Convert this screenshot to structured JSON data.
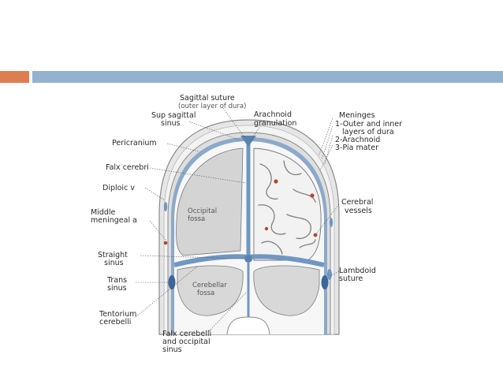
{
  "colors": {
    "accent_orange": "#de7d52",
    "accent_blue": "#94b1cf",
    "dura_blue": "#6f97c2",
    "skull_gray": "#e6e6e6",
    "vessel_red": "#b4462f"
  },
  "labels": {
    "sagittal_suture_1": "Sagittal suture",
    "sagittal_suture_2": "(outer layer of dura)",
    "sup_sagittal_sinus_1": "Sup sagittal",
    "sup_sagittal_sinus_2": "sinus",
    "arachnoid_granulation_1": "Arachnoid",
    "arachnoid_granulation_2": "granulation",
    "meninges_title": "Meninges",
    "meninges_1a": "1-Outer and inner",
    "meninges_1b": "layers of dura",
    "meninges_2": "2-Arachnoid",
    "meninges_3": "3-Pia mater",
    "pericranium": "Pericranium",
    "falx_cerebri": "Falx cerebri",
    "diploic_v": "Diploic v",
    "middle_meningeal_1": "Middle",
    "middle_meningeal_2": "meningeal a",
    "occipital_fossa_1": "Occipital",
    "occipital_fossa_2": "fossa",
    "cerebral_vessels_1": "Cerebral",
    "cerebral_vessels_2": "vessels",
    "straight_sinus_1": "Straight",
    "straight_sinus_2": "sinus",
    "lambdoid_suture_1": "Lambdoid",
    "lambdoid_suture_2": "suture",
    "trans_sinus_1": "Trans",
    "trans_sinus_2": "sinus",
    "cerebellar_fossa_1": "Cerebellar",
    "cerebellar_fossa_2": "fossa",
    "tentorium_cerebelli_1": "Tentorium",
    "tentorium_cerebelli_2": "cerebelli",
    "falx_cerebelli_1": "Falx cerebelli",
    "falx_cerebelli_2": "and occipital",
    "falx_cerebelli_3": "sinus"
  }
}
